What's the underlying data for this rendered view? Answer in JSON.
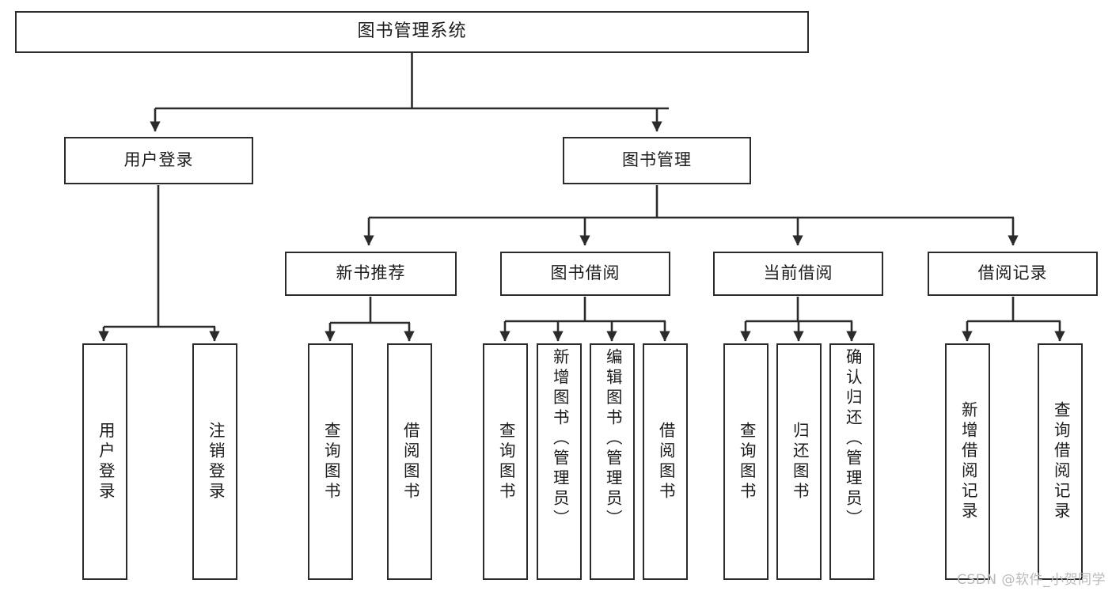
{
  "diagram": {
    "title": "图书管理系统",
    "type": "hierarchy-tree",
    "stroke_color": "#2b2b2b",
    "text_color": "#1b1b1b",
    "background_color": "#ffffff",
    "watermark": "CSDN @软件_小贺同学"
  },
  "nodes": {
    "root": {
      "label": "图书管理系统"
    },
    "tier2": [
      {
        "label": "用户登录"
      },
      {
        "label": "图书管理"
      }
    ],
    "tier3": [
      {
        "label": "新书推荐"
      },
      {
        "label": "图书借阅"
      },
      {
        "label": "当前借阅"
      },
      {
        "label": "借阅记录"
      }
    ],
    "leaves": {
      "user_login": [
        {
          "label": "用户登录"
        },
        {
          "label": "注销登录"
        }
      ],
      "new_book_recommend": [
        {
          "label": "查询图书"
        },
        {
          "label": "借阅图书"
        }
      ],
      "book_borrow": [
        {
          "label": "查询图书"
        },
        {
          "label": "新增图书（管理员）"
        },
        {
          "label": "编辑图书（管理员）"
        },
        {
          "label": "借阅图书"
        }
      ],
      "current_borrow": [
        {
          "label": "查询图书"
        },
        {
          "label": "归还图书"
        },
        {
          "label": "确认归还（管理员）"
        }
      ],
      "borrow_record": [
        {
          "label": "新增借阅记录"
        },
        {
          "label": "查询借阅记录"
        }
      ]
    }
  },
  "chart_data": {
    "type": "table",
    "title": "图书管理系统",
    "nodes": [
      {
        "id": "root",
        "label": "图书管理系统",
        "parent": null,
        "level": 0
      },
      {
        "id": "n1",
        "label": "用户登录",
        "parent": "root",
        "level": 1
      },
      {
        "id": "n2",
        "label": "图书管理",
        "parent": "root",
        "level": 1
      },
      {
        "id": "n1a",
        "label": "用户登录",
        "parent": "n1",
        "level": 2
      },
      {
        "id": "n1b",
        "label": "注销登录",
        "parent": "n1",
        "level": 2
      },
      {
        "id": "n2a",
        "label": "新书推荐",
        "parent": "n2",
        "level": 2
      },
      {
        "id": "n2b",
        "label": "图书借阅",
        "parent": "n2",
        "level": 2
      },
      {
        "id": "n2c",
        "label": "当前借阅",
        "parent": "n2",
        "level": 2
      },
      {
        "id": "n2d",
        "label": "借阅记录",
        "parent": "n2",
        "level": 2
      },
      {
        "id": "n2a1",
        "label": "查询图书",
        "parent": "n2a",
        "level": 3
      },
      {
        "id": "n2a2",
        "label": "借阅图书",
        "parent": "n2a",
        "level": 3
      },
      {
        "id": "n2b1",
        "label": "查询图书",
        "parent": "n2b",
        "level": 3
      },
      {
        "id": "n2b2",
        "label": "新增图书（管理员）",
        "parent": "n2b",
        "level": 3
      },
      {
        "id": "n2b3",
        "label": "编辑图书（管理员）",
        "parent": "n2b",
        "level": 3
      },
      {
        "id": "n2b4",
        "label": "借阅图书",
        "parent": "n2b",
        "level": 3
      },
      {
        "id": "n2c1",
        "label": "查询图书",
        "parent": "n2c",
        "level": 3
      },
      {
        "id": "n2c2",
        "label": "归还图书",
        "parent": "n2c",
        "level": 3
      },
      {
        "id": "n2c3",
        "label": "确认归还（管理员）",
        "parent": "n2c",
        "level": 3
      },
      {
        "id": "n2d1",
        "label": "新增借阅记录",
        "parent": "n2d",
        "level": 3
      },
      {
        "id": "n2d2",
        "label": "查询借阅记录",
        "parent": "n2d",
        "level": 3
      }
    ]
  }
}
